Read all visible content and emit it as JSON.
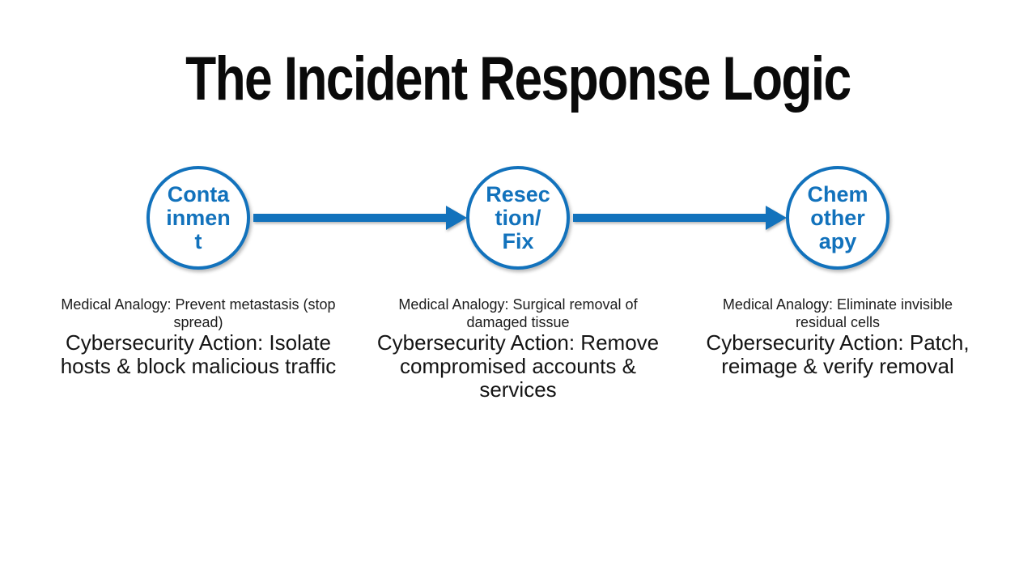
{
  "slide": {
    "title": "The Incident Response Logic",
    "background_color": "#ffffff",
    "accent_color": "#1272bc",
    "title_color": "#0a0a0a"
  },
  "diagram": {
    "type": "process-flow",
    "arrow_icon": "right-arrow",
    "steps": [
      {
        "id": "containment",
        "circle_label": "Conta\ninmen\nt",
        "circle_label_full": "Containment",
        "medical": "Medical Analogy: Prevent metastasis (stop\nspread)",
        "cyber": "Cybersecurity Action: Isolate\nhosts & block malicious traffic"
      },
      {
        "id": "resection-fix",
        "circle_label": "Resec\ntion/\nFix",
        "circle_label_full": "Resection/Fix",
        "medical": "Medical Analogy: Surgical removal of\ndamaged tissue",
        "cyber": "Cybersecurity Action: Remove\ncompromised accounts &\nservices"
      },
      {
        "id": "chemotherapy",
        "circle_label": "Chem\nother\napy",
        "circle_label_full": "Chemotherapy",
        "medical": "Medical Analogy: Eliminate invisible\nresidual cells",
        "cyber": "Cybersecurity Action: Patch,\nreimage & verify removal"
      }
    ]
  }
}
